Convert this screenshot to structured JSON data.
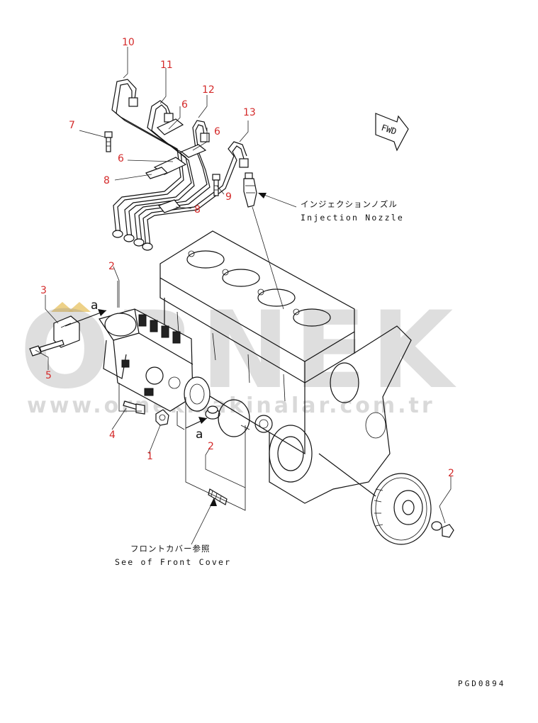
{
  "callouts": {
    "c10": "10",
    "c11": "11",
    "c12": "12",
    "c13": "13",
    "c7": "7",
    "c6a": "6",
    "c6b": "6",
    "c6c": "6",
    "c8a": "8",
    "c8b": "8",
    "c9": "9",
    "c2a": "2",
    "c3": "3",
    "c5": "5",
    "c4": "4",
    "c1": "1",
    "c2b": "2",
    "c2c": "2"
  },
  "labels": {
    "injection_nozzle_ja": "インジェクションノズル",
    "injection_nozzle_en": "Injection Nozzle",
    "front_cover_ja": "フロントカバー参照",
    "front_cover_en": "See of Front Cover",
    "fwd": "FWD",
    "view_a_top": "a",
    "view_a_bottom": "a"
  },
  "watermark": {
    "brand": "ORNEK",
    "url": "www.ornekmakinalar.com.tr"
  },
  "drawing_number": "PGD0894",
  "colors": {
    "callout": "#d42a2a",
    "line": "#111111",
    "watermark": "#8a8a8a",
    "watermark_accent": "#e8c66a"
  }
}
